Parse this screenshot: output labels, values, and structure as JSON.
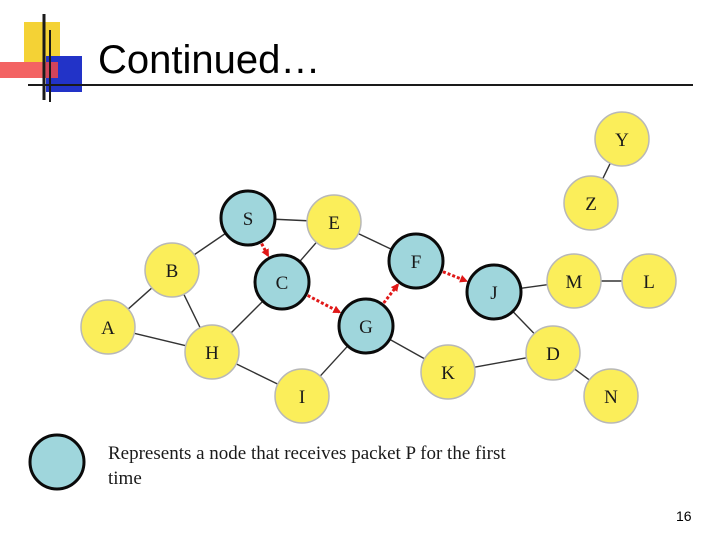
{
  "slide": {
    "title": "Continued…",
    "page_number": "16"
  },
  "legend": {
    "text": "Represents a node that receives packet P for the first time"
  },
  "colors": {
    "plain_node": "#fbee5a",
    "plain_node_border": "#b8b8b8",
    "received_node": "#9fd6dc",
    "received_node_border": "#0a0a0a",
    "edge": "#333333",
    "packet_arrow": "#e01818"
  },
  "graph": {
    "nodes": [
      {
        "id": "S",
        "label": "S",
        "received": true
      },
      {
        "id": "E",
        "label": "E",
        "received": false
      },
      {
        "id": "B",
        "label": "B",
        "received": false
      },
      {
        "id": "C",
        "label": "C",
        "received": true
      },
      {
        "id": "F",
        "label": "F",
        "received": true
      },
      {
        "id": "J",
        "label": "J",
        "received": true
      },
      {
        "id": "A",
        "label": "A",
        "received": false
      },
      {
        "id": "G",
        "label": "G",
        "received": true
      },
      {
        "id": "H",
        "label": "H",
        "received": false
      },
      {
        "id": "I",
        "label": "I",
        "received": false
      },
      {
        "id": "K",
        "label": "K",
        "received": false
      },
      {
        "id": "D",
        "label": "D",
        "received": false
      },
      {
        "id": "M",
        "label": "M",
        "received": false
      },
      {
        "id": "L",
        "label": "L",
        "received": false
      },
      {
        "id": "N",
        "label": "N",
        "received": false
      },
      {
        "id": "Z",
        "label": "Z",
        "received": false
      },
      {
        "id": "Y",
        "label": "Y",
        "received": false
      }
    ],
    "edges": [
      [
        "S",
        "E"
      ],
      [
        "S",
        "B"
      ],
      [
        "B",
        "A"
      ],
      [
        "B",
        "H"
      ],
      [
        "A",
        "H"
      ],
      [
        "C",
        "H"
      ],
      [
        "C",
        "E"
      ],
      [
        "E",
        "F"
      ],
      [
        "H",
        "I"
      ],
      [
        "I",
        "G"
      ],
      [
        "G",
        "K"
      ],
      [
        "K",
        "D"
      ],
      [
        "J",
        "D"
      ],
      [
        "J",
        "M"
      ],
      [
        "M",
        "L"
      ],
      [
        "D",
        "N"
      ],
      [
        "Y",
        "Z"
      ]
    ],
    "packet_path": [
      [
        "S",
        "C"
      ],
      [
        "C",
        "G"
      ],
      [
        "G",
        "F"
      ],
      [
        "F",
        "J"
      ]
    ]
  }
}
